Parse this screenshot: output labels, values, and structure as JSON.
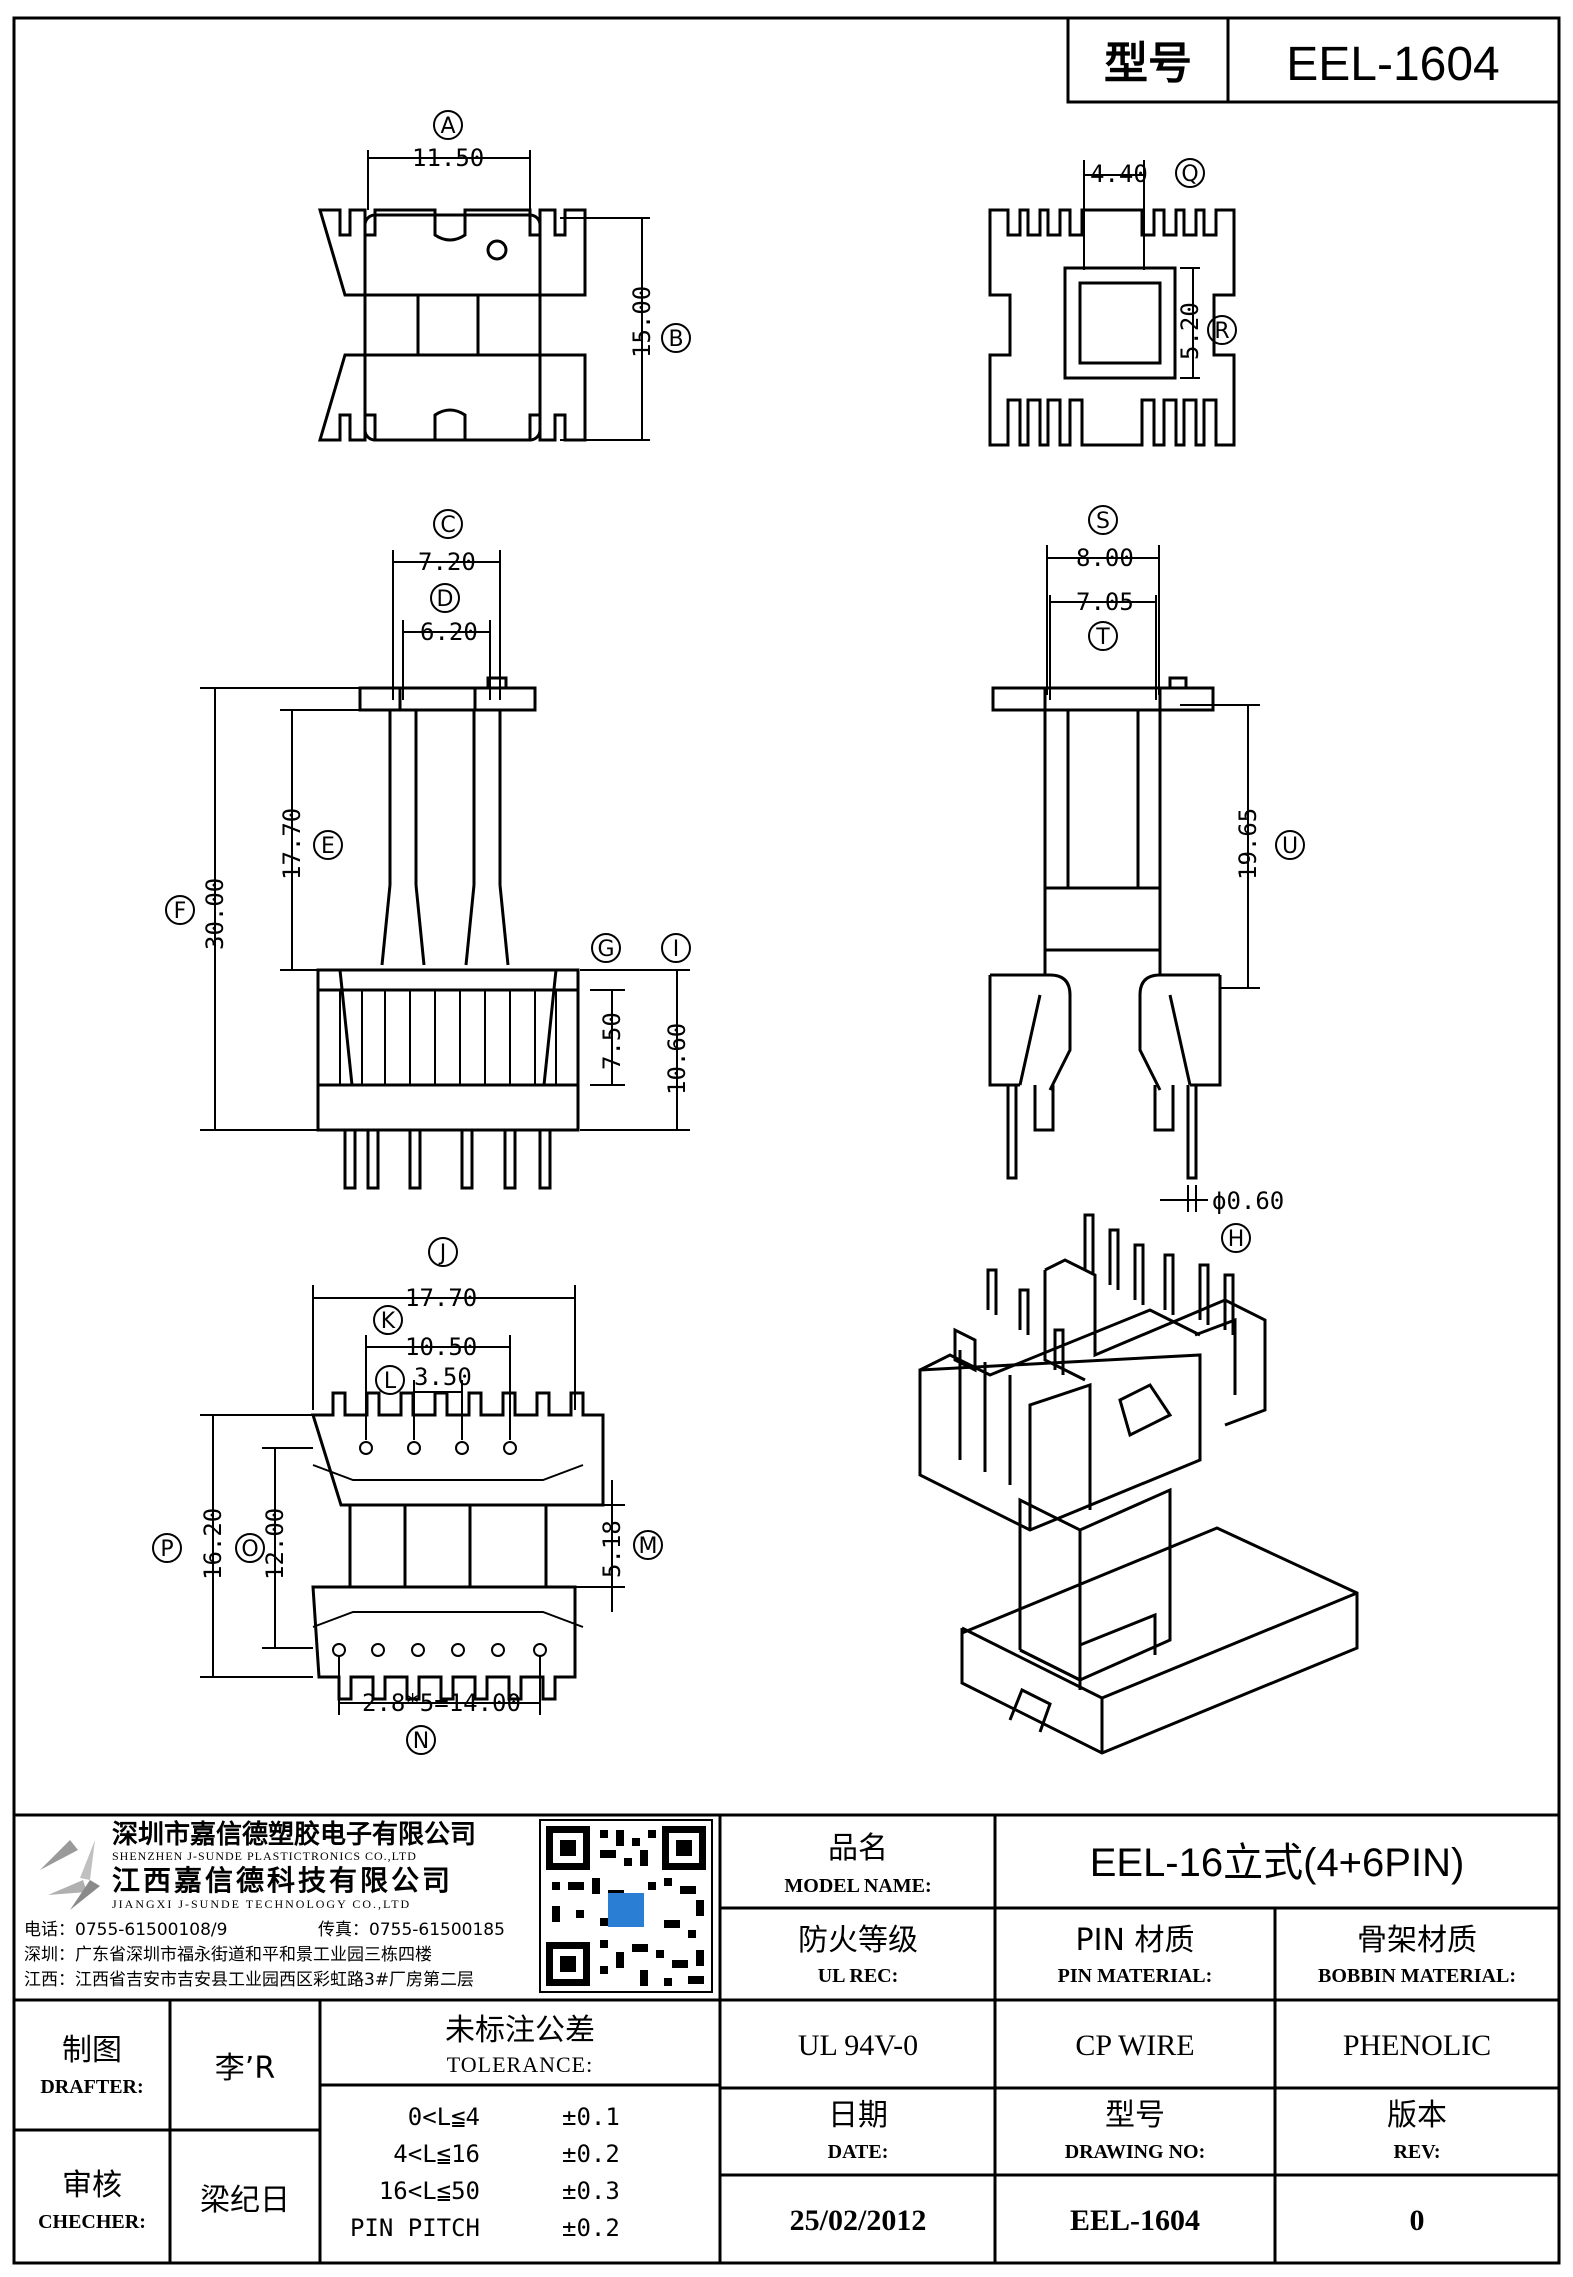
{
  "title_block": {
    "model_label": "型号",
    "model_value": "EEL-1604"
  },
  "dimensions": {
    "A": "11.50",
    "B": "15.00",
    "Q": "4.40",
    "R": "5.20",
    "C": "7.20",
    "D": "6.20",
    "E": "17.70",
    "F": "30.00",
    "G": "7.50",
    "I": "10.60",
    "S": "8.00",
    "T": "7.05",
    "U": "19.65",
    "H": "ϕ0.60",
    "J": "17.70",
    "K": "10.50",
    "L": "3.50",
    "P": "16.20",
    "O": "12.00",
    "M": "5.18",
    "N": "2.8*5=14.00"
  },
  "labels": {
    "A": "A",
    "B": "B",
    "C": "C",
    "D": "D",
    "E": "E",
    "F": "F",
    "G": "G",
    "H": "H",
    "I": "I",
    "J": "J",
    "K": "K",
    "L": "L",
    "M": "M",
    "N": "N",
    "O": "O",
    "P": "P",
    "Q": "Q",
    "R": "R",
    "S": "S",
    "T": "T",
    "U": "U"
  },
  "company": {
    "name_cn_1": "深圳市嘉信德塑胶电子有限公司",
    "name_en_1": "SHENZHEN J-SUNDE PLASTICTRONICS CO.,LTD",
    "name_cn_2": "江西嘉信德科技有限公司",
    "name_en_2": "JIANGXI J-SUNDE TECHNOLOGY CO.,LTD",
    "phone": "电话：0755-61500108/9",
    "fax": "传真：0755-61500185",
    "addr_sz": "深圳：广东省深圳市福永街道和平和景工业园三栋四楼",
    "addr_jx": "江西：江西省吉安市吉安县工业园西区彩虹路3#厂房第二层"
  },
  "fields": {
    "model_name_cn": "品名",
    "model_name_en": "MODEL NAME:",
    "model_name_value": "EEL-16立式(4+6PIN)",
    "ul_cn": "防火等级",
    "ul_en": "UL REC:",
    "ul_value": "UL 94V-0",
    "pin_cn": "PIN 材质",
    "pin_en": "PIN MATERIAL:",
    "pin_value": "CP WIRE",
    "bobbin_cn": "骨架材质",
    "bobbin_en": "BOBBIN MATERIAL:",
    "bobbin_value": "PHENOLIC",
    "date_cn": "日期",
    "date_en": "DATE:",
    "date_value": "25/02/2012",
    "drawing_cn": "型号",
    "drawing_en": "DRAWING NO:",
    "drawing_value": "EEL-1604",
    "rev_cn": "版本",
    "rev_en": "REV:",
    "rev_value": "0",
    "drafter_cn": "制图",
    "drafter_en": "DRAFTER:",
    "drafter_value": "李’R",
    "checker_cn": "审核",
    "checker_en": "CHECHER:",
    "checker_value": "梁纪日",
    "tol_cn": "未标注公差",
    "tol_en": "TOLERANCE:"
  },
  "tolerance_rows": [
    {
      "range": "0<L≦4",
      "value": "±0.1"
    },
    {
      "range": "4<L≦16",
      "value": "±0.2"
    },
    {
      "range": "16<L≦50",
      "value": "±0.3"
    },
    {
      "range": "PIN PITCH",
      "value": "±0.2"
    }
  ]
}
